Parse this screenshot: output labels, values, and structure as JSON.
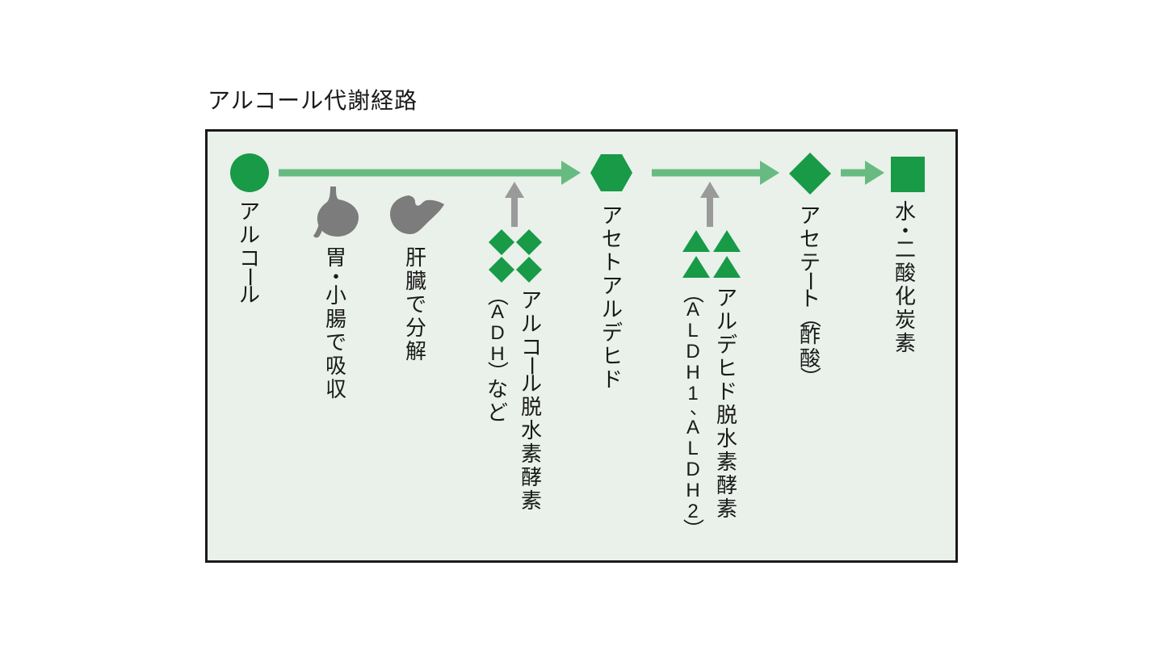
{
  "title": "アルコール代謝経路",
  "panel": {
    "nodes": [
      {
        "id": "alcohol",
        "shape": "circle",
        "label": "アルコール"
      },
      {
        "id": "acetaldehyde",
        "shape": "hexagon",
        "label": "アセトアルデヒド"
      },
      {
        "id": "acetate",
        "shape": "diamond",
        "label": "アセテート（酢酸）"
      },
      {
        "id": "water-co2",
        "shape": "square",
        "label": "水・二酸化炭素"
      }
    ],
    "annotations": [
      {
        "id": "absorption",
        "icon": "stomach-icon",
        "label": "胃・小腸で吸収"
      },
      {
        "id": "liver-breakdown",
        "icon": "liver-icon",
        "label": "肝臓で分解"
      },
      {
        "id": "adh-enzyme",
        "icon": "diamond-molecules-icon",
        "label_cols": [
          "アルコール脱水素酵素",
          "（ADH）など"
        ]
      },
      {
        "id": "aldh-enzyme",
        "icon": "triangle-molecules-icon",
        "label_cols": [
          "アルデヒド脱水素酵素",
          "（ALDH1、ALDH2）"
        ]
      }
    ],
    "icons": [
      "stomach-icon",
      "liver-icon",
      "up-arrow-icon",
      "diamond-molecules-icon",
      "triangle-molecules-icon",
      "flow-arrow-icon"
    ]
  },
  "colors": {
    "node_green": "#189a47",
    "arrow_green": "#67bb81",
    "icon_gray": "#7c7c7c",
    "panel_bg": "#e9f1ea",
    "border_black": "#1a1a1a",
    "text": "#1a1a1a"
  }
}
